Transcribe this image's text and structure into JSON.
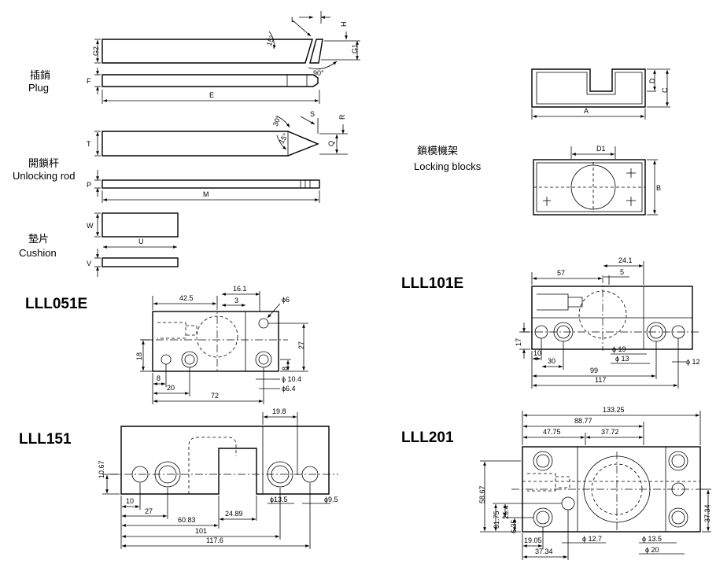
{
  "labels": {
    "plug_cn": "插銷",
    "plug_en": "Plug",
    "unlock_cn": "開鎖杆",
    "unlock_en": "Unlocking rod",
    "cushion_cn": "墊片",
    "cushion_en": "Cushion",
    "blocks_cn": "鎖模機架",
    "blocks_en": "Locking blocks"
  },
  "titles": {
    "lll051e": "LLL051E",
    "lll101e": "LLL101E",
    "lll151": "LLL151",
    "lll201": "LLL201"
  },
  "dims": {
    "plug": {
      "g2": "G2",
      "f": "F",
      "e": "E",
      "l": "L",
      "h": "H",
      "g1": "G1",
      "angle15": "15°",
      "angle90": "90°"
    },
    "rod": {
      "t": "T",
      "p": "P",
      "m": "M",
      "s": "S",
      "r": "R",
      "q": "Q",
      "angle30": "30°",
      "angle15": "15°"
    },
    "cushion": {
      "w": "W",
      "u": "U",
      "v": "V"
    },
    "block": {
      "d": "D",
      "c": "C",
      "a": "A",
      "d1": "D1",
      "b": "B"
    },
    "lll051e": {
      "d42_5": "42.5",
      "d16_1": "16.1",
      "d3": "3",
      "phi6": "ϕ6",
      "d27": "27",
      "d18": "18",
      "d8a": "8",
      "d8b": "8",
      "d20": "20",
      "d72": "72",
      "phi10_4": "ϕ 10.4",
      "phi6_4": "ϕ6.4"
    },
    "lll101e": {
      "d57": "57",
      "d24_1": "24.1",
      "d5": "5",
      "d17": "17",
      "d10": "10",
      "d30": "30",
      "phi19": "ϕ 19",
      "phi13": "ϕ 13",
      "phi12": "ϕ 12",
      "d99": "99",
      "d117": "117"
    },
    "lll151": {
      "d19_8": "19.8",
      "d10_67": "10.67",
      "d10": "10",
      "d27": "27",
      "d60_83": "60.83",
      "d24_89": "24.89",
      "phi13_5": "ϕ13.5",
      "phi9_5": "ϕ9.5",
      "d101": "101",
      "d117_6": "117.6"
    },
    "lll201": {
      "d133_25": "133.25",
      "d88_77": "88.77",
      "d47_75": "47.75",
      "d37_72": "37.72",
      "d58_67": "58.67",
      "d31_75": "31.75",
      "d25_4": "25.4",
      "d6_35": "6.35",
      "d37_34r": "37.34",
      "d19_05": "19.05",
      "phi12_7": "ϕ 12.7",
      "phi13_5": "ϕ 13.5",
      "d37_34b": "37.34",
      "phi20": "ϕ 20"
    }
  }
}
